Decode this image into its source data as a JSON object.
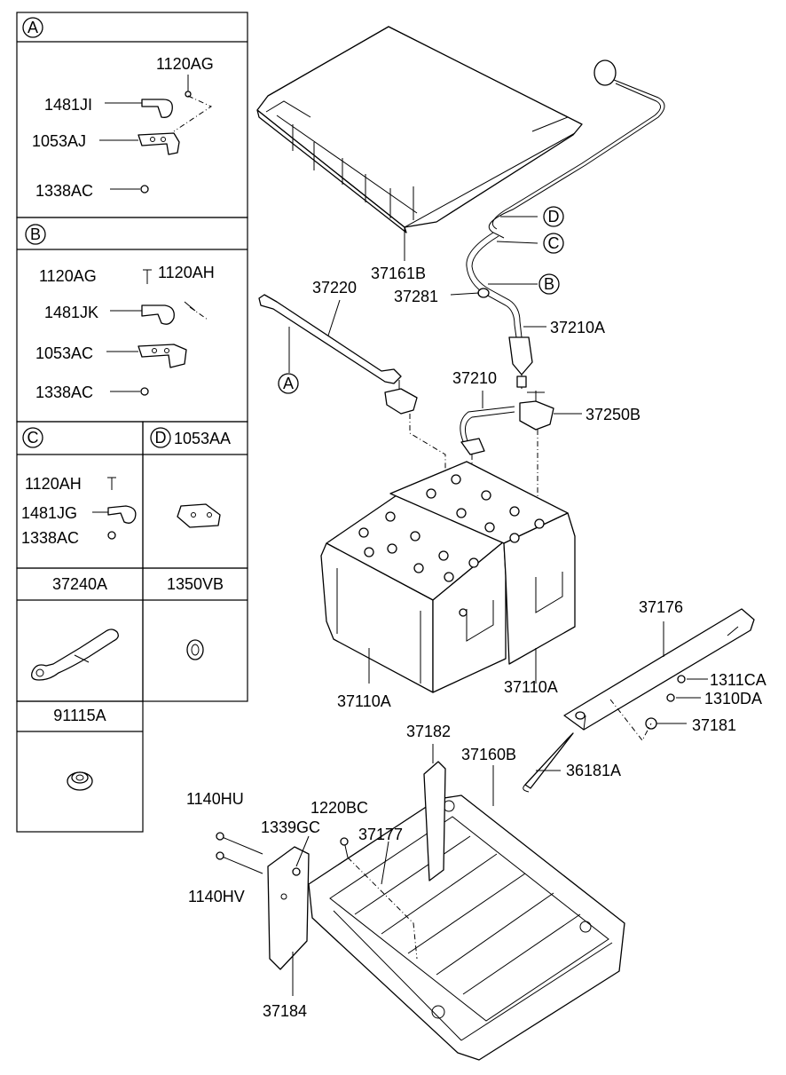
{
  "legend": {
    "A": {
      "letter": "A",
      "parts": [
        "1120AG",
        "1481JI",
        "1053AJ",
        "1338AC"
      ]
    },
    "B": {
      "letter": "B",
      "parts": [
        "1120AG",
        "1120AH",
        "1481JK",
        "1053AC",
        "1338AC"
      ]
    },
    "C": {
      "letter": "C",
      "parts": [
        "1120AH",
        "1481JG",
        "1338AC"
      ]
    },
    "D": {
      "letter": "D",
      "part": "1053AA"
    },
    "cell_37240A": "37240A",
    "cell_1350VB": "1350VB",
    "cell_91115A": "91115A"
  },
  "callouts": {
    "A": "A",
    "B": "B",
    "C": "C",
    "D": "D"
  },
  "parts": {
    "p37161B": "37161B",
    "p37220": "37220",
    "p37281": "37281",
    "p37210A": "37210A",
    "p37210": "37210",
    "p37250B": "37250B",
    "p37110A_left": "37110A",
    "p37110A_right": "37110A",
    "p37176": "37176",
    "p1311CA": "1311CA",
    "p1310DA": "1310DA",
    "p37181": "37181",
    "p36181A": "36181A",
    "p37182": "37182",
    "p37160B": "37160B",
    "p1140HU": "1140HU",
    "p1220BC": "1220BC",
    "p1339GC": "1339GC",
    "p37177": "37177",
    "p1140HV": "1140HV",
    "p37184": "37184"
  }
}
